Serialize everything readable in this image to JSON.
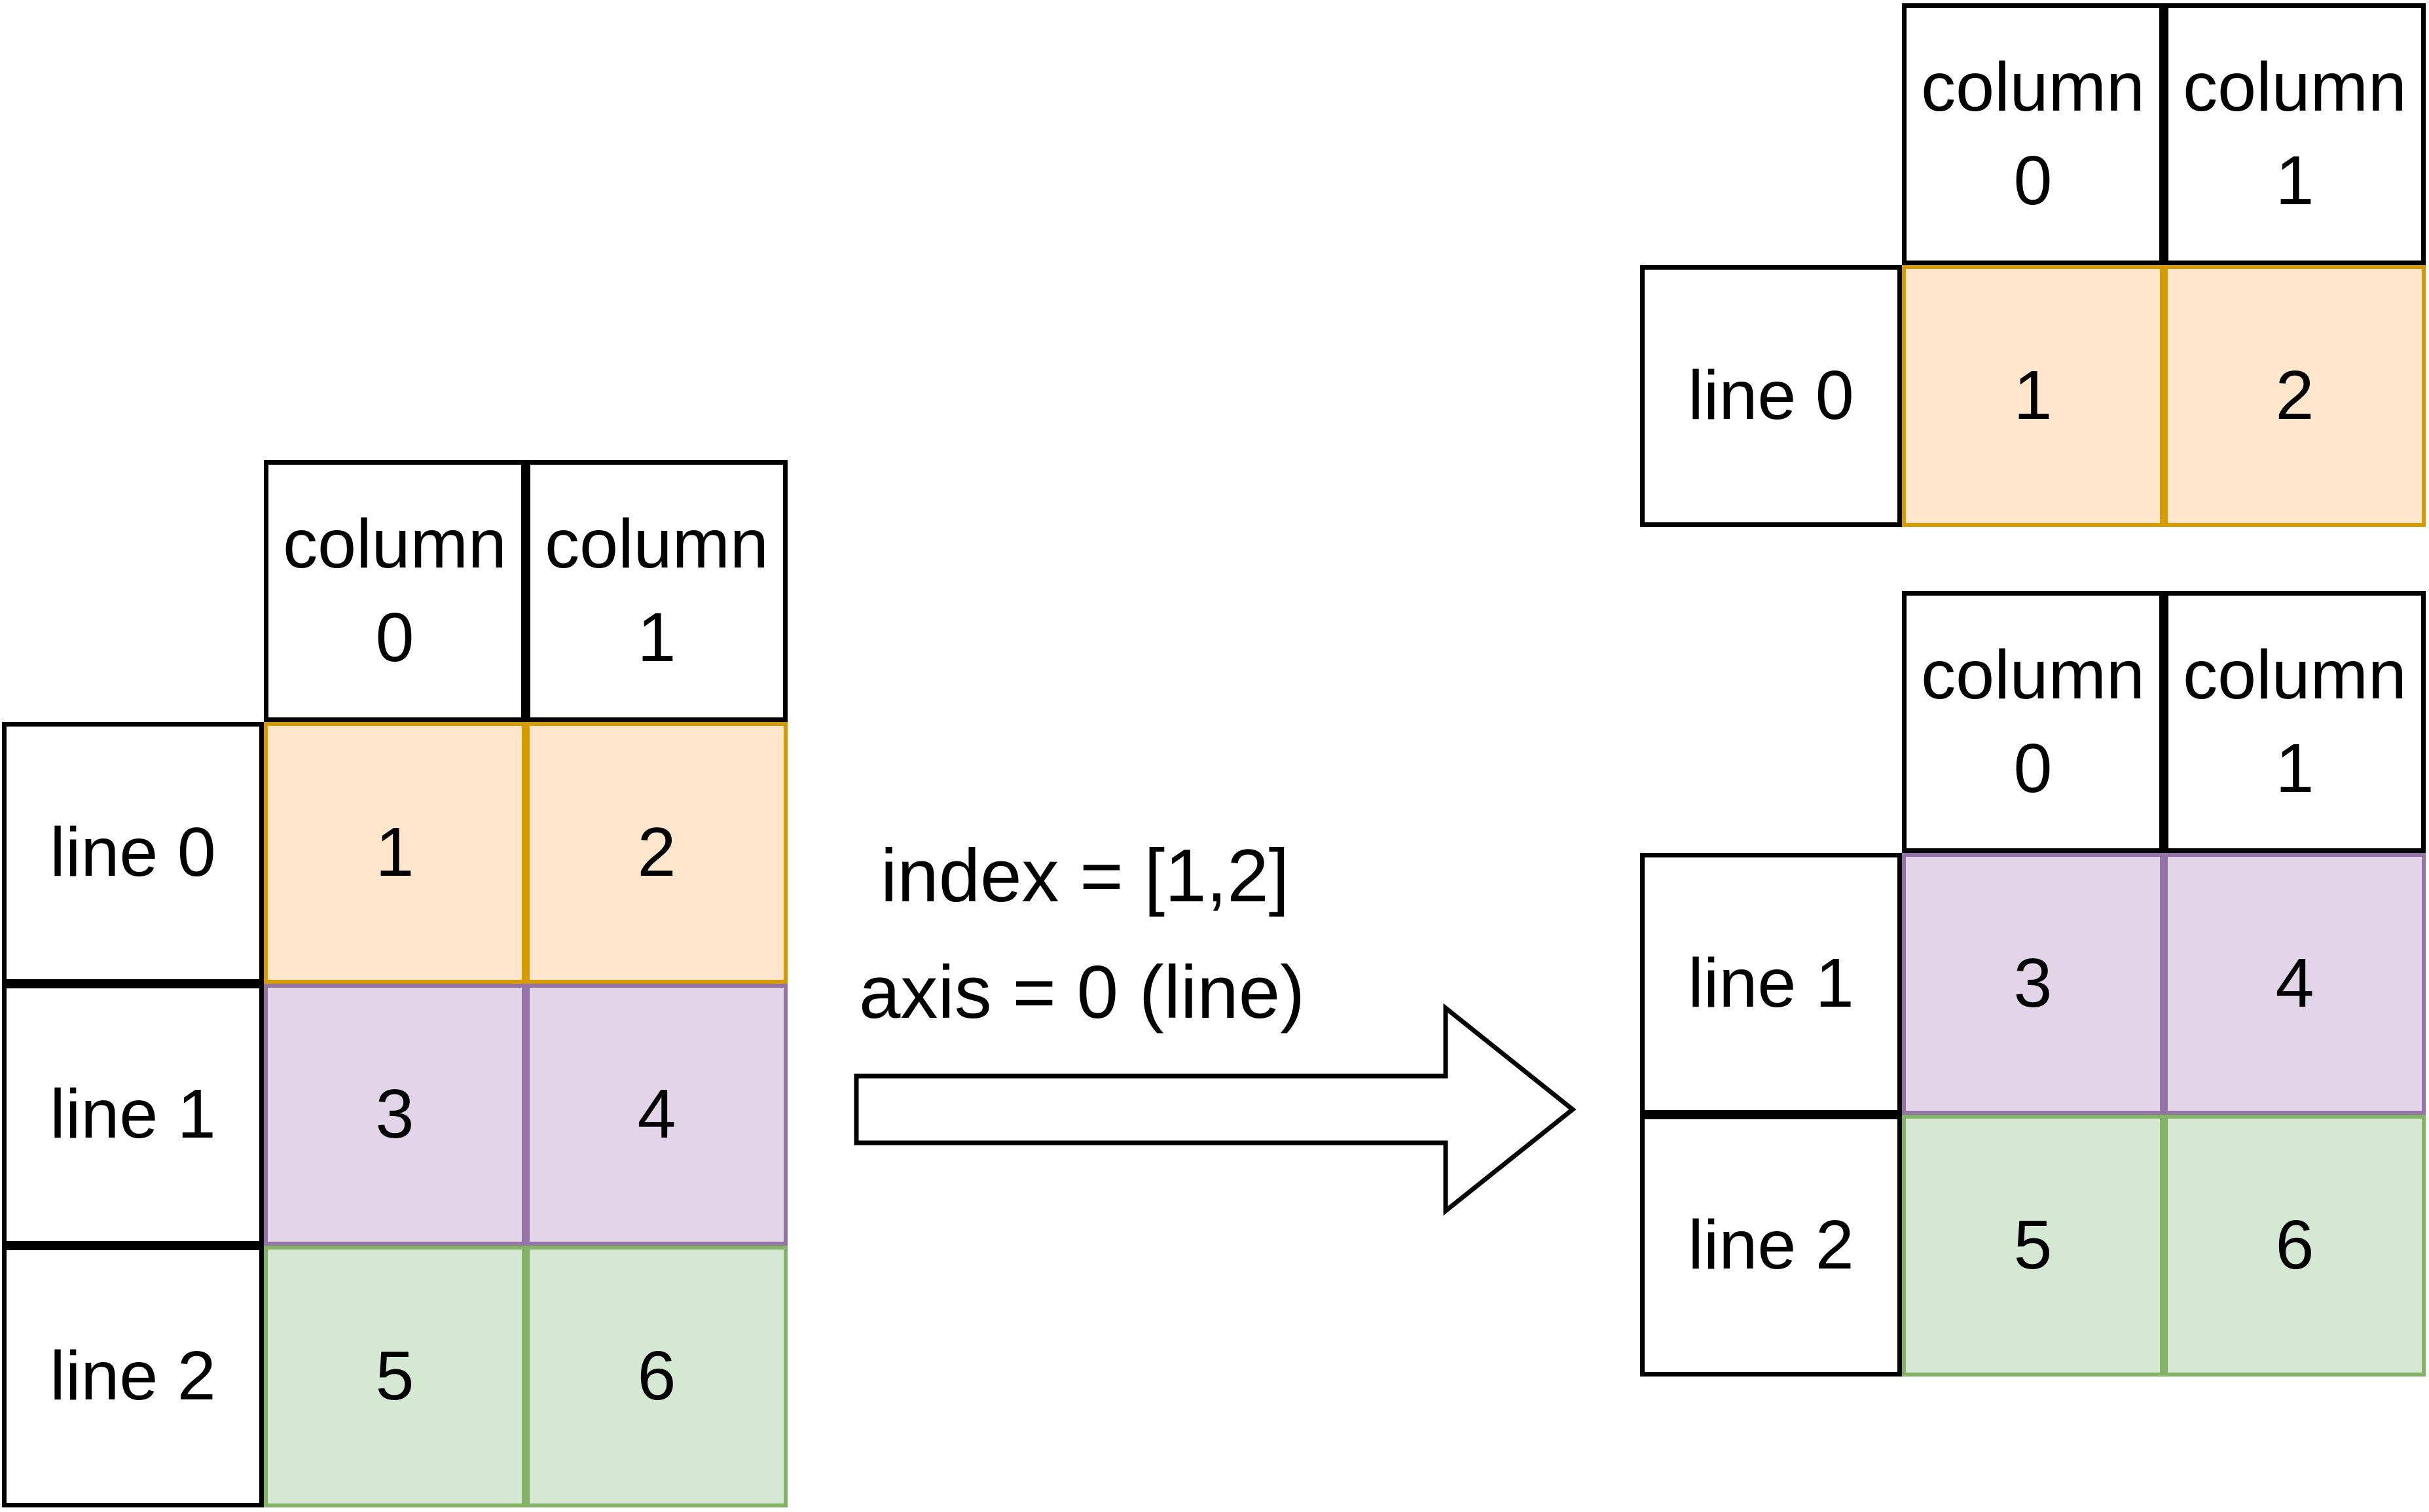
{
  "colors": {
    "stroke": "#000000",
    "orange_fill": "#ffe6cc",
    "orange_stroke": "#d79b00",
    "purple_fill": "#e1d5e7",
    "purple_stroke": "#9673a6",
    "green_fill": "#d5e8d4",
    "green_stroke": "#82b366"
  },
  "source_table": {
    "columns": [
      "column\n0",
      "column\n1"
    ],
    "rows": [
      {
        "label": "line 0",
        "values": [
          "1",
          "2"
        ],
        "color": "orange"
      },
      {
        "label": "line 1",
        "values": [
          "3",
          "4"
        ],
        "color": "purple"
      },
      {
        "label": "line 2",
        "values": [
          "5",
          "6"
        ],
        "color": "green"
      }
    ]
  },
  "operation": {
    "line1": "index = [1,2]",
    "line2": "axis = 0 (line)"
  },
  "result_top": {
    "columns": [
      "column\n0",
      "column\n1"
    ],
    "rows": [
      {
        "label": "line 0",
        "values": [
          "1",
          "2"
        ],
        "color": "orange"
      }
    ]
  },
  "result_bottom": {
    "columns": [
      "column\n0",
      "column\n1"
    ],
    "rows": [
      {
        "label": "line 1",
        "values": [
          "3",
          "4"
        ],
        "color": "purple"
      },
      {
        "label": "line 2",
        "values": [
          "5",
          "6"
        ],
        "color": "green"
      }
    ]
  }
}
